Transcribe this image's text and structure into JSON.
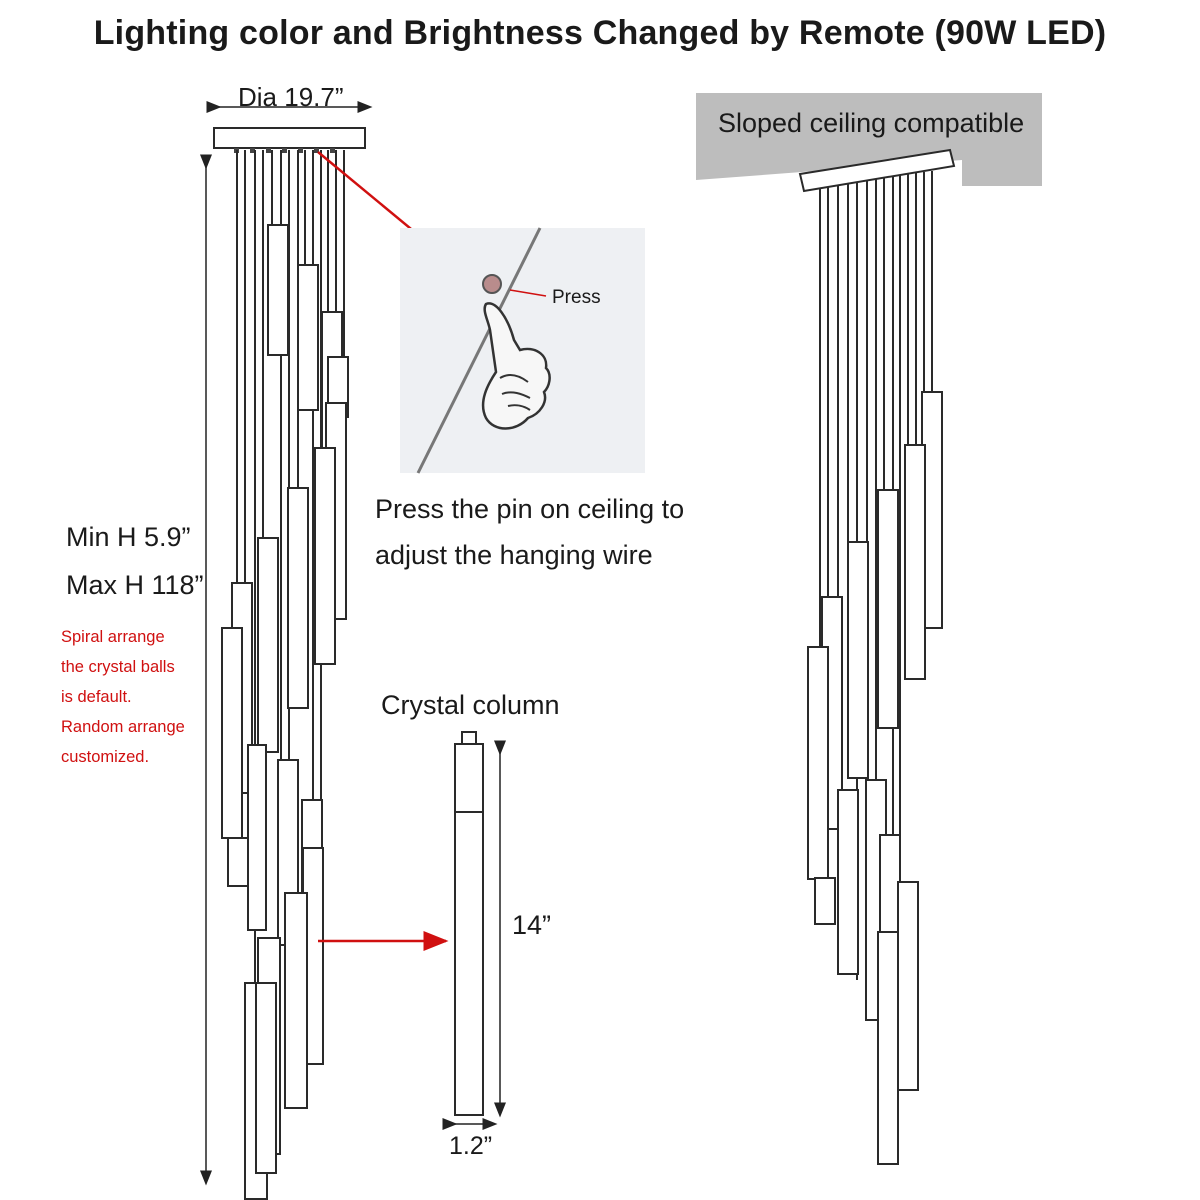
{
  "title": "Lighting color and Brightness Changed by Remote  (90W LED)",
  "dimensions": {
    "diameter": "Dia 19.7”",
    "min_height": "Min H 5.9”",
    "max_height": "Max H 118”",
    "column_length": "14”",
    "column_width": "1.2”"
  },
  "labels": {
    "sloped_ceiling": "Sloped ceiling compatible",
    "press": "Press",
    "adjust_line1": "Press the pin on ceiling to",
    "adjust_line2": "adjust the hanging wire",
    "crystal_column": "Crystal column"
  },
  "arrangement_note": [
    "Spiral arrange",
    "the crystal balls",
    "is default.",
    "Random arrange",
    "customized."
  ],
  "colors": {
    "accent_red": "#d01010",
    "line": "#2a2a2a",
    "ceiling_gray": "#bdbdbd"
  }
}
